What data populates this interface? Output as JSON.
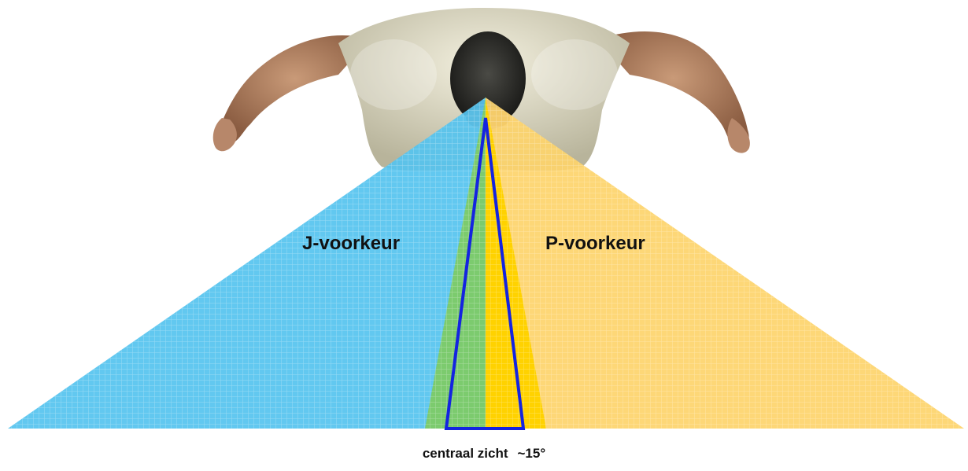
{
  "labels": {
    "left_zone": "J-voorkeur",
    "right_zone": "P-voorkeur",
    "central_caption": "centraal zicht",
    "central_angle": "~15°"
  },
  "figure": {
    "subject": "person viewed from above"
  },
  "colors": {
    "left_field": "#55c3ef",
    "right_field": "#fdd46b",
    "left_inner": "#7ccb6e",
    "right_inner": "#ffd200",
    "central_outline": "#1424e0",
    "text": "#111111"
  }
}
